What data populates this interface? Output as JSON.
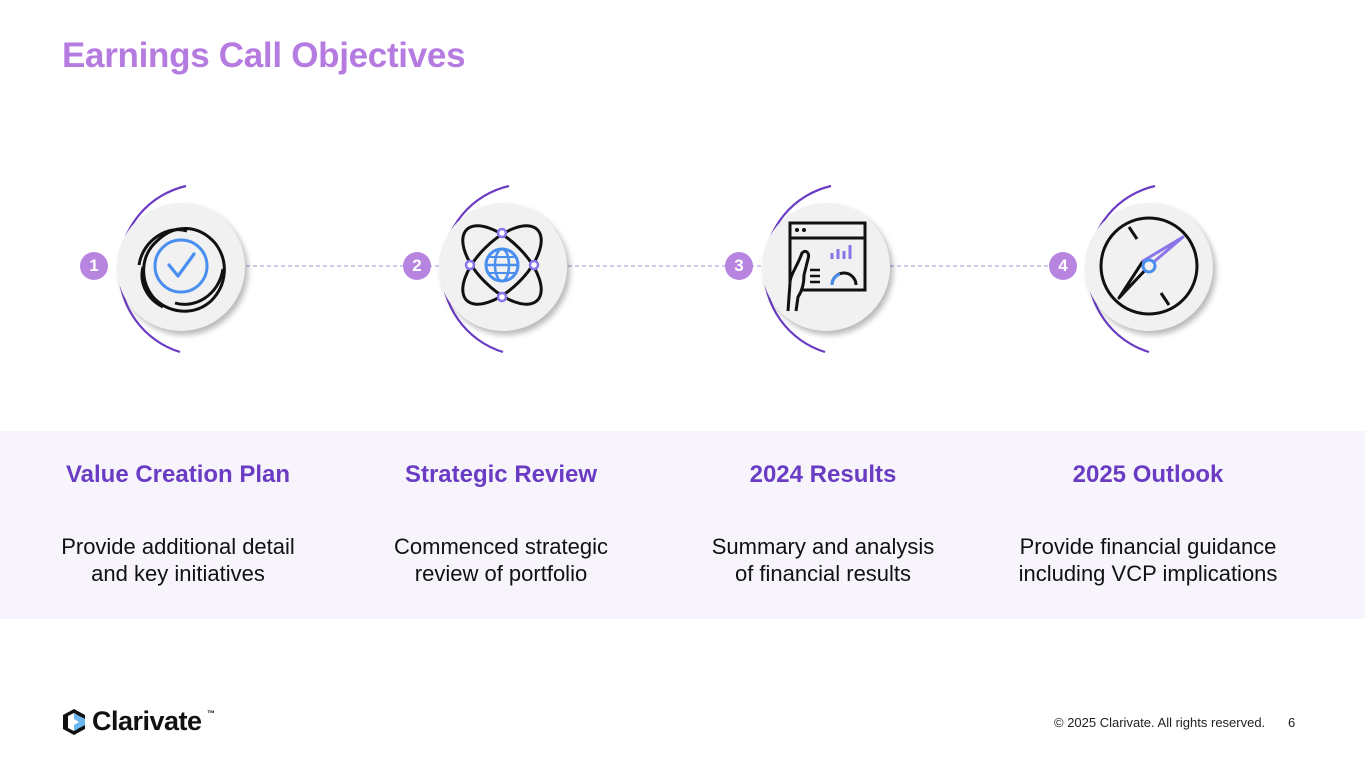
{
  "title": "Earnings Call Objectives",
  "colors": {
    "title": "#b57be0",
    "accent": "#6a3cc4",
    "badge": "#b785df",
    "band_background": "#f8f4fc",
    "icon_blue": "#4a8ff0"
  },
  "steps": [
    {
      "number": "1",
      "icon": "checkmark-badge-icon",
      "heading": "Value Creation Plan",
      "line1": "Provide additional detail",
      "line2": "and key initiatives"
    },
    {
      "number": "2",
      "icon": "atom-globe-icon",
      "heading": "Strategic Review",
      "line1": "Commenced strategic",
      "line2": "review of portfolio"
    },
    {
      "number": "3",
      "icon": "dashboard-screen-icon",
      "heading": "2024 Results",
      "line1": "Summary and analysis",
      "line2": "of financial results"
    },
    {
      "number": "4",
      "icon": "compass-icon",
      "heading": "2025 Outlook",
      "line1": "Provide financial guidance",
      "line2": "including VCP implications"
    }
  ],
  "footer": {
    "brand": "Clarivate",
    "trademark": "™",
    "copyright": "© 2025 Clarivate. All rights reserved.",
    "page_number": "6"
  }
}
